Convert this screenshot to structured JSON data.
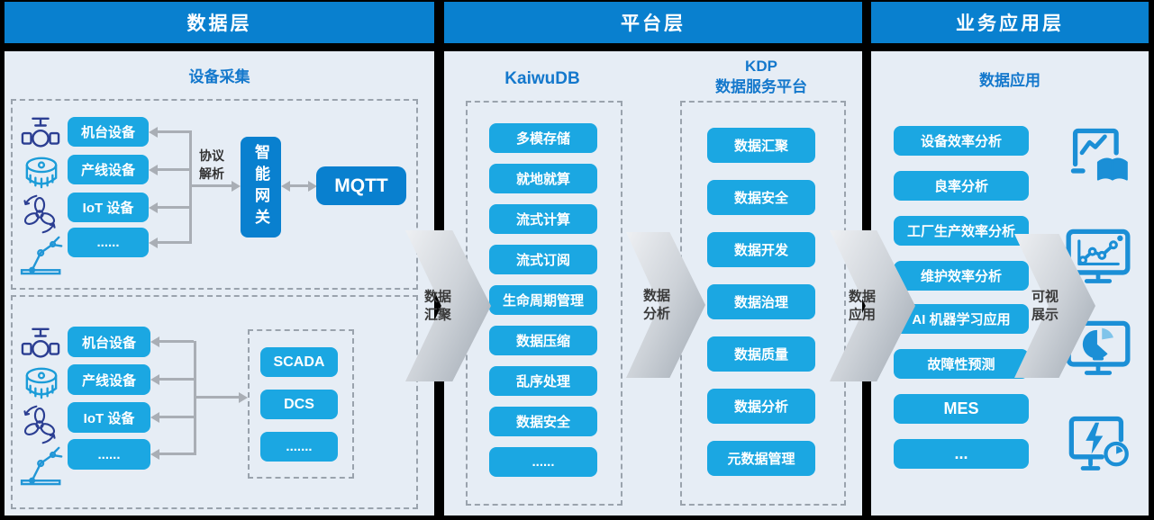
{
  "headers": {
    "data_layer": "数据层",
    "platform_layer": "平台层",
    "business_layer": "业务应用层"
  },
  "data_layer": {
    "subtitle": "设备采集",
    "top_group": {
      "devices": [
        "机台设备",
        "产线设备",
        "IoT 设备",
        "......"
      ],
      "protocol_label": "协议解析",
      "gateway_label": "智能网关",
      "mqtt_label": "MQTT"
    },
    "bottom_group": {
      "devices": [
        "机台设备",
        "产线设备",
        "IoT 设备",
        "......"
      ],
      "systems": [
        "SCADA",
        "DCS",
        "......."
      ]
    }
  },
  "platform_layer": {
    "kaiwu": {
      "title": "KaiwuDB",
      "items": [
        "多模存储",
        "就地就算",
        "流式计算",
        "流式订阅",
        "生命周期管理",
        "数据压缩",
        "乱序处理",
        "数据安全",
        "......"
      ]
    },
    "kdp": {
      "title_line1": "KDP",
      "title_line2": "数据服务平台",
      "items": [
        "数据汇聚",
        "数据安全",
        "数据开发",
        "数据治理",
        "数据质量",
        "数据分析",
        "元数据管理"
      ]
    }
  },
  "business_layer": {
    "subtitle": "数据应用",
    "items": [
      "设备效率分析",
      "良率分析",
      "工厂生产效率分析",
      "维护效率分析",
      "AI 机器学习应用",
      "故障性预测",
      "MES",
      "..."
    ]
  },
  "flow_labels": [
    {
      "line1": "数据",
      "line2": "汇聚"
    },
    {
      "line1": "数据",
      "line2": "分析"
    },
    {
      "line1": "数据",
      "line2": "应用"
    },
    {
      "line1": "可视",
      "line2": "展示"
    }
  ],
  "icons": {
    "device_icons": [
      "valve-icon",
      "motor-icon",
      "fan-icon",
      "robot-arm-icon"
    ],
    "app_icons": [
      "report-chart-icon",
      "monitor-line-chart-icon",
      "monitor-pie-chart-icon",
      "monitor-energy-icon"
    ]
  },
  "colors": {
    "header_blue": "#0980cf",
    "item_cyan": "#1ba7e2",
    "panel_bg": "#e6edf5",
    "accent_text": "#1478cc",
    "connector_gray": "#a9aeb5"
  }
}
